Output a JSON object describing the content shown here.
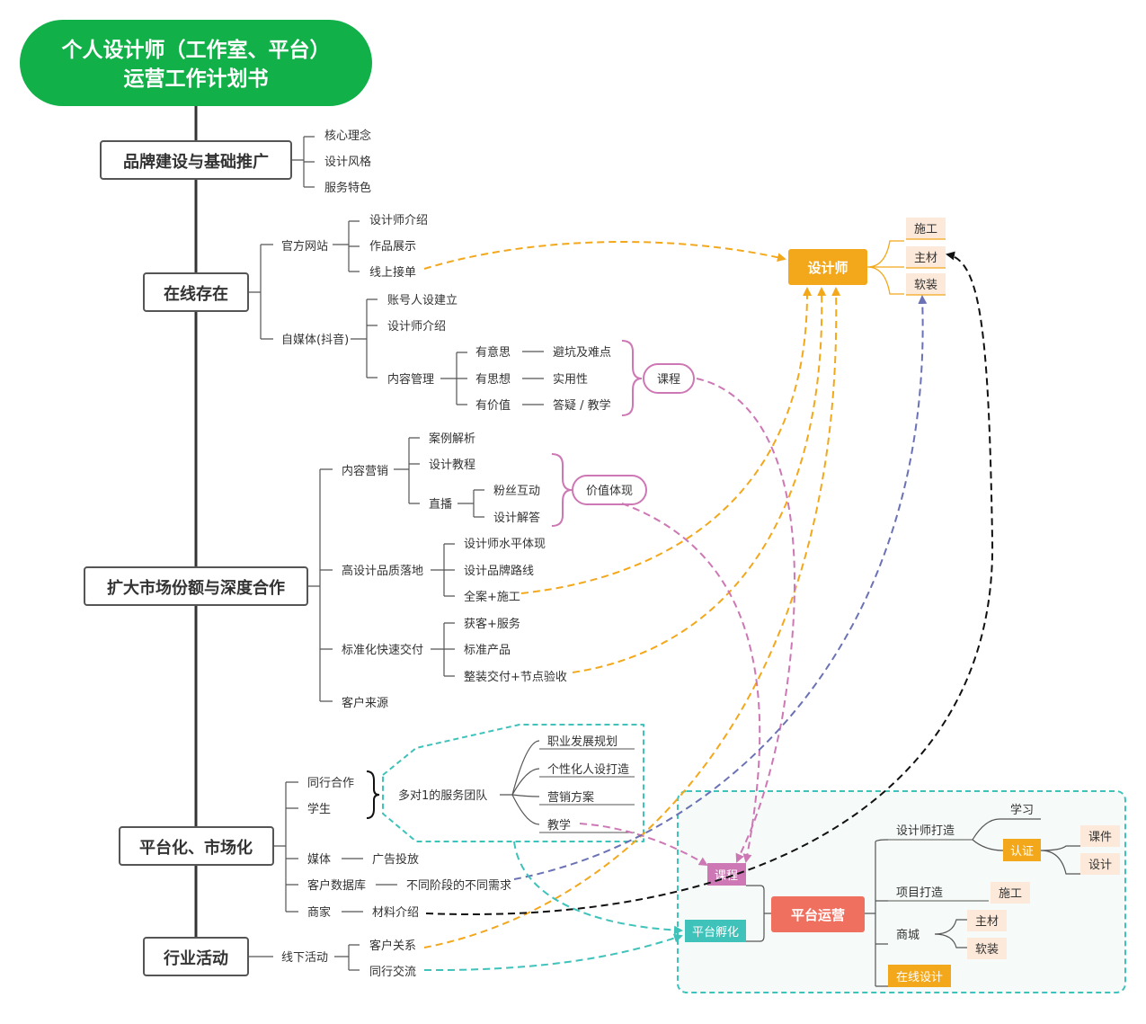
{
  "title": {
    "line1": "个人设计师（工作室、平台）",
    "line2": "运营工作计划书"
  },
  "colors": {
    "green": "#11b049",
    "orange": "#f3a81c",
    "pink": "#cd77b5",
    "teal": "#3ec2ba",
    "navy": "#6a72b5",
    "red": "#f07060",
    "black": "#111111",
    "peach": "#fde9d9"
  },
  "main_nodes": {
    "brand": "品牌建设与基础推广",
    "online": "在线存在",
    "market": "扩大市场份额与深度合作",
    "platform": "平台化、市场化",
    "events": "行业活动"
  },
  "brand_items": [
    "核心理念",
    "设计风格",
    "服务特色"
  ],
  "online": {
    "site": {
      "label": "官方网站",
      "items": [
        "设计师介绍",
        "作品展示",
        "线上接单"
      ]
    },
    "media": {
      "label": "自媒体(抖音)",
      "items": [
        "账号人设建立",
        "设计师介绍",
        "内容管理"
      ]
    },
    "content_rows": [
      {
        "left": "有意思",
        "right": "避坑及难点"
      },
      {
        "left": "有思想",
        "right": "实用性"
      },
      {
        "left": "有价值",
        "right": "答疑 / 教学"
      }
    ],
    "course_bubble": "课程"
  },
  "market": {
    "content": {
      "label": "内容营销",
      "items": [
        "案例解析",
        "设计教程",
        "直播"
      ]
    },
    "live_items": [
      "粉丝互动",
      "设计解答"
    ],
    "value_bubble": "价值体现",
    "quality": {
      "label": "高设计品质落地",
      "items": [
        "设计师水平体现",
        "设计品牌路线",
        "全案+施工"
      ]
    },
    "standard": {
      "label": "标准化快速交付",
      "items": [
        "获客+服务",
        "标准产品",
        "整装交付+节点验收"
      ]
    },
    "source": "客户来源"
  },
  "platform": {
    "peers": "同行合作",
    "students": "学生",
    "team": "多对1的服务团队",
    "team_items": [
      "职业发展规划",
      "个性化人设打造",
      "营销方案",
      "教学"
    ],
    "media": "媒体",
    "media_item": "广告投放",
    "customers": "客户数据库",
    "customers_item": "不同阶段的不同需求",
    "merchants": "商家",
    "merchants_item": "材料介绍"
  },
  "events": {
    "offline": "线下活动",
    "items": [
      "客户关系",
      "同行交流"
    ]
  },
  "designer_box": {
    "label": "设计师",
    "items": [
      "施工",
      "主材",
      "软装"
    ]
  },
  "ops": {
    "center": "平台运营",
    "course": "课程",
    "incubate": "平台孵化",
    "designer_build": "设计师打造",
    "study": "学习",
    "cert": "认证",
    "cert_items": [
      "课件",
      "设计"
    ],
    "project": "项目打造",
    "construction": "施工",
    "mall": "商城",
    "mall_items": [
      "主材",
      "软装"
    ],
    "online_design": "在线设计"
  }
}
